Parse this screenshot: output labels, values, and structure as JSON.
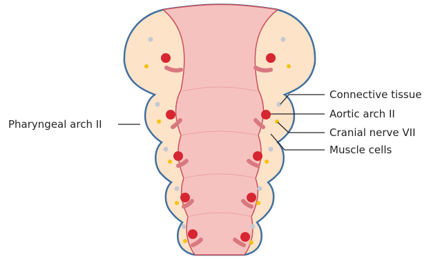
{
  "labels": {
    "pharyngeal_arch": "Pharyngeal arch II",
    "connective_tissue": "Connective tissue",
    "aortic_arch": "Aortic arch II",
    "cranial_nerve": "Cranial nerve VII",
    "muscle_cells": "Muscle cells"
  },
  "colors": {
    "arch_fill": "#fde3c8",
    "outline": "#3f6f9f",
    "pharynx_fill": "#f6c2c0",
    "pharynx_edge": "#c8505a",
    "aortic_arch": "#d62631",
    "muscle": "#d9787f",
    "nerve": "#f4c30f",
    "connective": "#c4c9d2",
    "leader": "#222222"
  }
}
